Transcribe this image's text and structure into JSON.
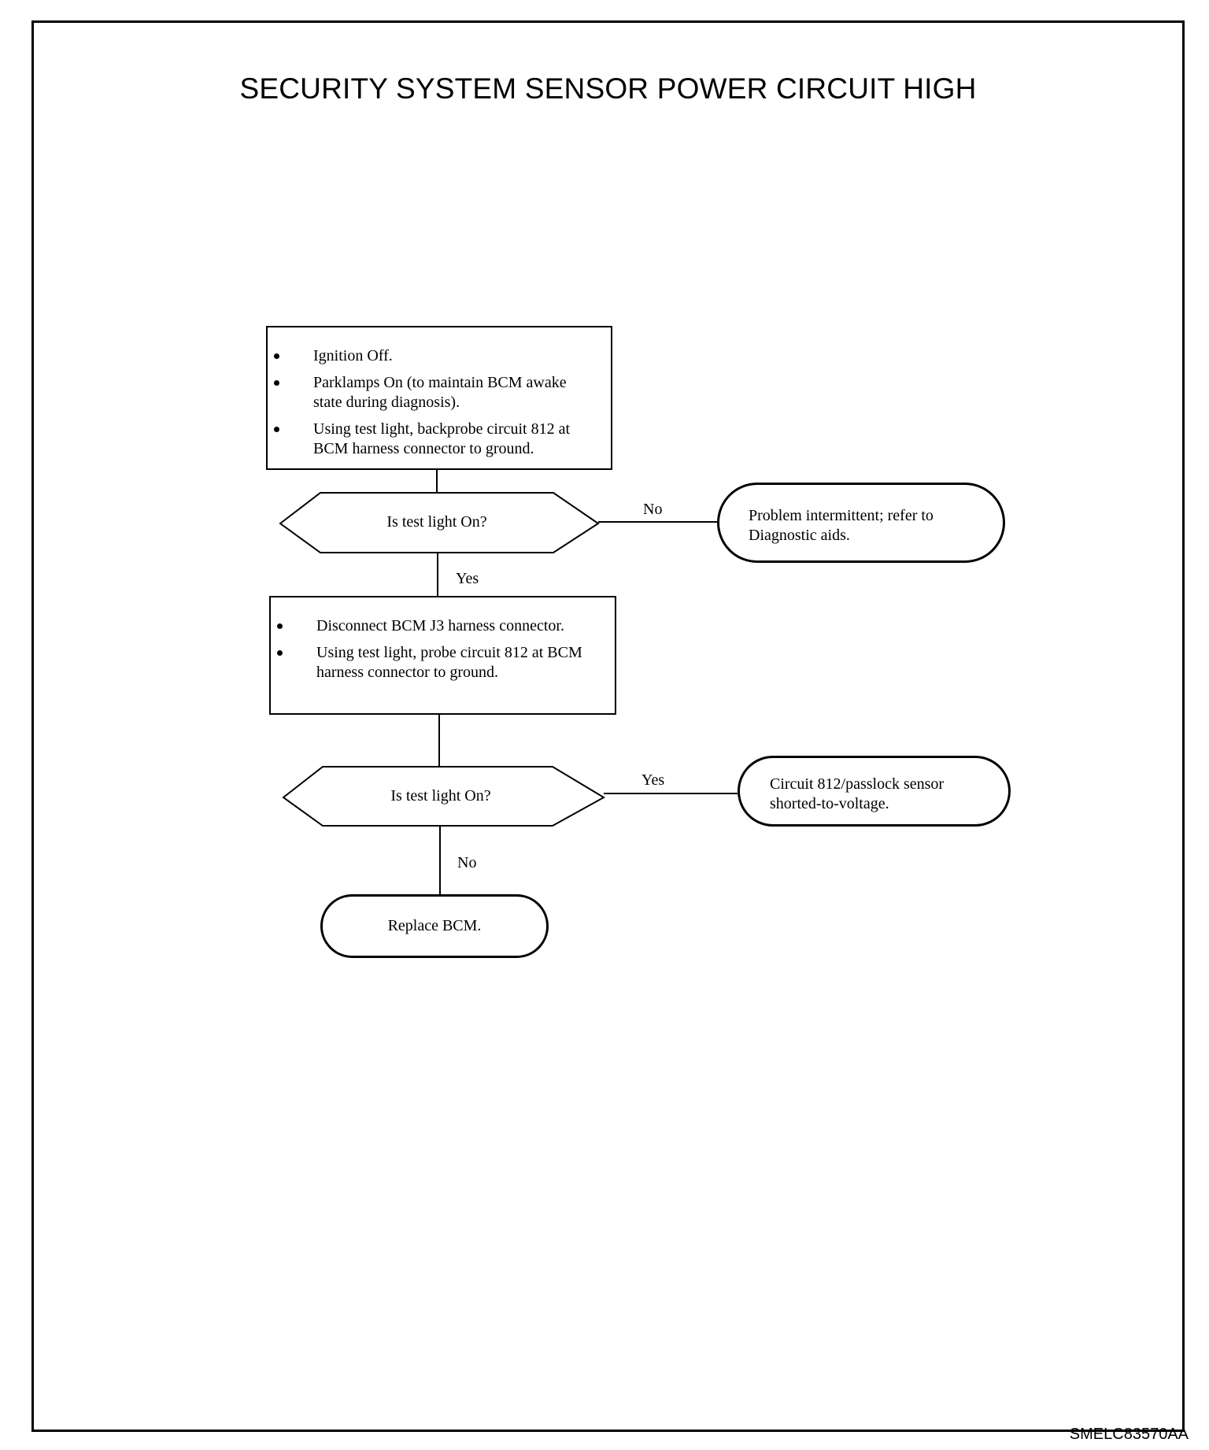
{
  "title": "SECURITY SYSTEM SENSOR POWER CIRCUIT HIGH",
  "step1": {
    "items": [
      "Ignition Off.",
      "Parklamps On (to maintain BCM awake state during diagnosis).",
      "Using test light, backprobe circuit 812 at BCM harness connector to ground."
    ]
  },
  "decision1": {
    "question": "Is test light On?",
    "no_label": "No",
    "yes_label": "Yes"
  },
  "result1": {
    "text": "Problem intermittent; refer to Diagnostic aids."
  },
  "step2": {
    "items": [
      "Disconnect BCM J3 harness connector.",
      "Using test light, probe circuit 812 at BCM harness connector to ground."
    ]
  },
  "decision2": {
    "question": "Is test light On?",
    "yes_label": "Yes",
    "no_label": "No"
  },
  "result2": {
    "text": "Circuit 812/passlock sensor shorted-to-voltage."
  },
  "result3": {
    "text": "Replace BCM."
  },
  "footer_code": "SMELC83570AA"
}
